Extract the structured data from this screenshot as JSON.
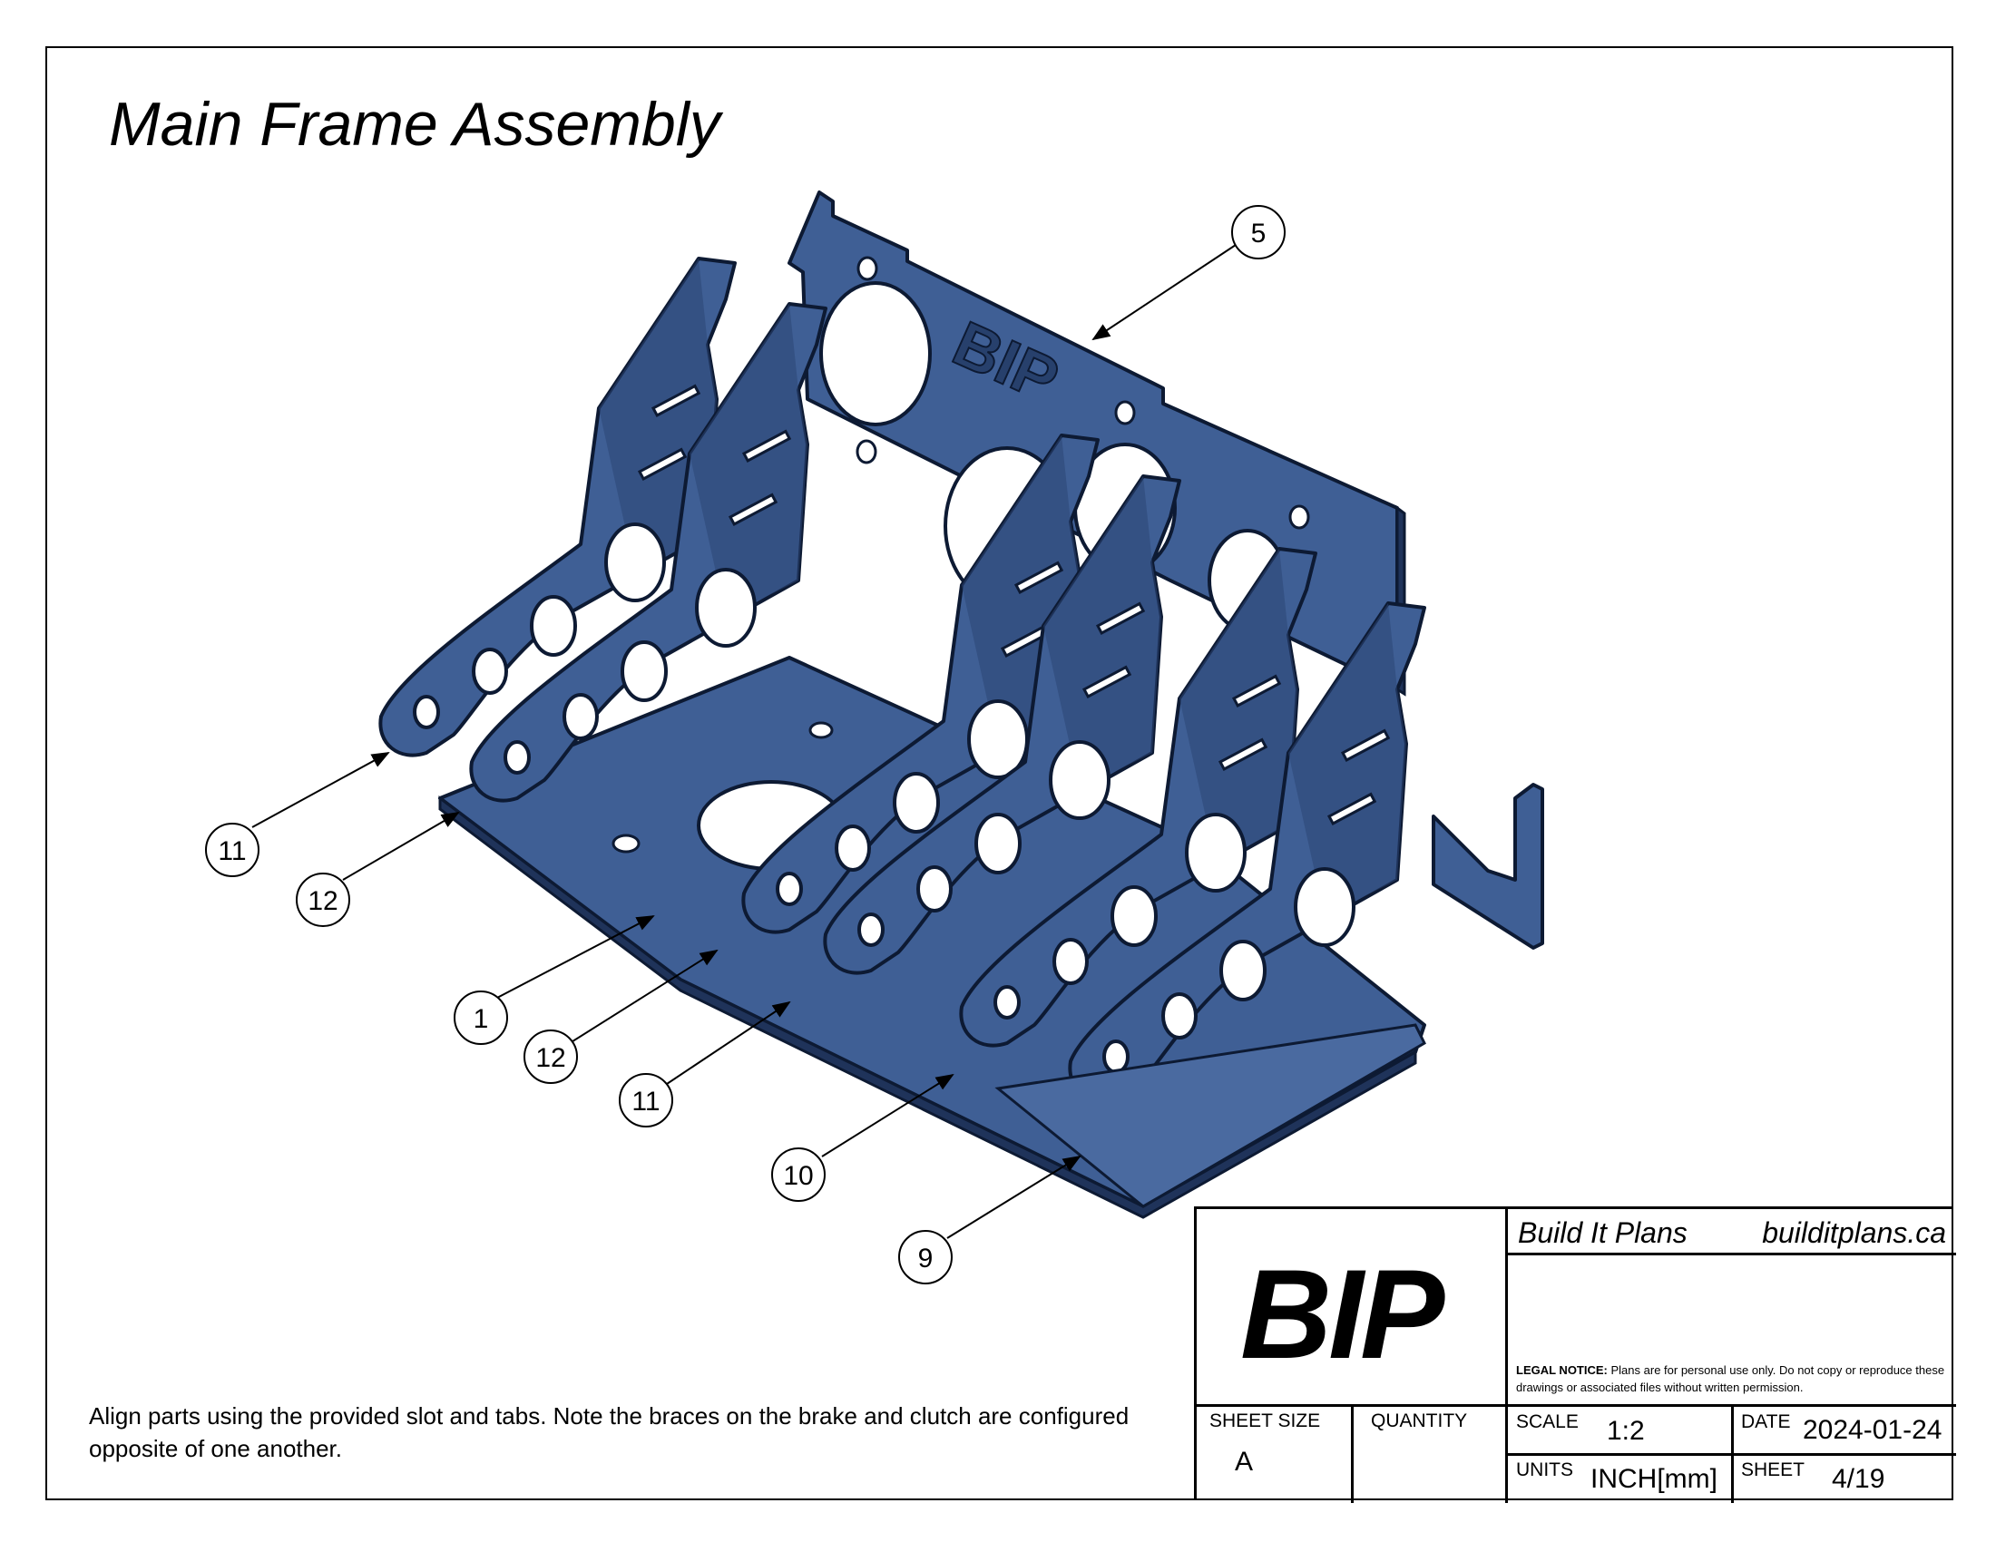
{
  "title": "Main Frame Assembly",
  "note": "Align parts using the provided slot and tabs. Note the braces on the brake and clutch are configured opposite of one another.",
  "panel_logo_text": "BIP",
  "balloons": [
    {
      "label": "5"
    },
    {
      "label": "11"
    },
    {
      "label": "12"
    },
    {
      "label": "1"
    },
    {
      "label": "12"
    },
    {
      "label": "11"
    },
    {
      "label": "10"
    },
    {
      "label": "9"
    }
  ],
  "title_block": {
    "logo": "BIP",
    "company": "Build It Plans",
    "website": "builditplans.ca",
    "legal_heading": "LEGAL NOTICE:",
    "legal_text": "Plans are for personal use only. Do not copy or reproduce these drawings or associated files without written permission.",
    "sheet_size_label": "SHEET SIZE",
    "sheet_size_value": "A",
    "quantity_label": "QUANTITY",
    "quantity_value": "",
    "scale_label": "SCALE",
    "scale_value": "1:2",
    "date_label": "DATE",
    "date_value": "2024-01-24",
    "units_label": "UNITS",
    "units_value": "INCH[mm]",
    "sheet_label": "SHEET",
    "sheet_value": "4/19"
  },
  "colors": {
    "part_fill": "#3f5f95",
    "part_dark": "#2c4675",
    "part_edge": "#0d1a33",
    "hole": "#ffffff"
  }
}
